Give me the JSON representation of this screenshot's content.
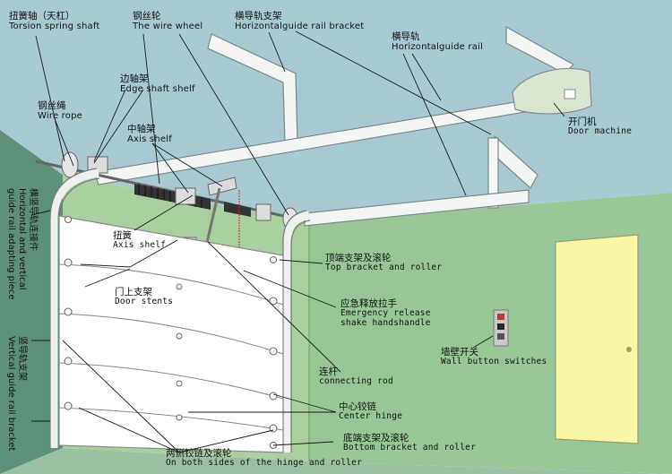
{
  "colors": {
    "ceiling": "#a8c9d2",
    "left_wall": "#5d9179",
    "right_wall": "#98c697",
    "back_wall": "#a9cf9f",
    "floor": "#9cbfa4",
    "door_panel": "#ffffff",
    "door_outline": "#8a8a8a",
    "rail": "#f4f6f4",
    "leader_line": "#1a1a1a",
    "side_door": "#f7f7a6",
    "motor_body": "#d8e6cf",
    "handle_red": "#d82020",
    "switch_box": "#c9c9c9",
    "switch_red": "#c0392b"
  },
  "labels": {
    "torsion_shaft": {
      "zh": "扭簧轴（天杠）",
      "en": "Torsion spring shaft"
    },
    "wire_wheel": {
      "zh": "钢丝轮",
      "en": "The wire wheel"
    },
    "h_rail_bracket": {
      "zh": "横导轨支架",
      "en": "Horizontalguide rail bracket"
    },
    "h_rail": {
      "zh": "横导轨",
      "en": "Horizontalguide rail"
    },
    "edge_shelf": {
      "zh": "边轴架",
      "en": "Edge shaft shelf"
    },
    "wire_rope": {
      "zh": "钢丝绳",
      "en": "Wire rope"
    },
    "axis_shelf_mid": {
      "zh": "中轴架",
      "en": "Axis shelf"
    },
    "door_machine": {
      "zh": "开门机",
      "en": "Door machine"
    },
    "torsion_spring": {
      "zh": "扭簧",
      "en": "Axis shelf"
    },
    "top_bracket": {
      "zh": "顶端支架及滚轮",
      "en": "Top bracket and roller"
    },
    "door_stents": {
      "zh": "门上支架",
      "en": "Door stents"
    },
    "emergency": {
      "zh": "应急释放拉手",
      "en": "Emergency release",
      "en2": "shake handshandle"
    },
    "wall_switch": {
      "zh": "墙壁开关",
      "en": "Wall button switches"
    },
    "connecting_rod": {
      "zh": "连杆",
      "en": "connecting rod"
    },
    "center_hinge": {
      "zh": "中心铰链",
      "en": "Center hinge"
    },
    "bottom_bracket": {
      "zh": "底端支架及滚轮",
      "en": "Bottom bracket and roller"
    },
    "both_sides": {
      "zh": "两侧铰链及滚轮",
      "en": "On both sides of the hinge and roller"
    },
    "v_connector": {
      "zh": "横竖导轨连接件",
      "en": "Horizontal and vertical",
      "en2": "guide rail adapting piece"
    },
    "v_rail_bracket": {
      "zh": "竖导轨支架",
      "en": "Vertical guide rail bracket"
    }
  }
}
